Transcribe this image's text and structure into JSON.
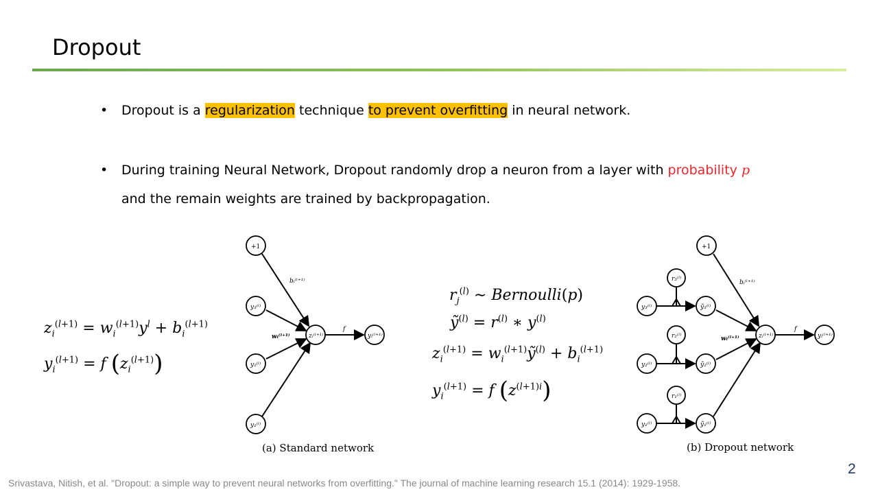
{
  "slide": {
    "title": "Dropout",
    "page_number": "2",
    "citation": "Srivastava, Nitish, et al. \"Dropout: a simple way to prevent neural networks from overfitting.\" The journal of machine learning research 15.1 (2014): 1929-1958.",
    "accent_color": "#6aa84f",
    "highlight_color": "#ffc000",
    "emphasis_color": "#e8272b"
  },
  "bullets": {
    "b1": {
      "t1": "Dropout is a ",
      "h1": "regularization",
      "t2": " technique ",
      "h2": "to prevent overfitting",
      "t3": " in neural network."
    },
    "b2": {
      "t1": "During training Neural Network, Dropout randomly drop a neuron from a layer with ",
      "red": "probability ",
      "p": "p",
      "line2": "and the remain weights are trained by backpropagation."
    }
  },
  "figure": {
    "caption_a": "(a) Standard network",
    "caption_b": "(b) Dropout network"
  }
}
